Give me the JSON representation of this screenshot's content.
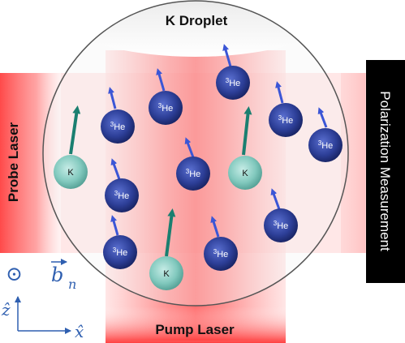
{
  "labels": {
    "droplet": "K Droplet",
    "probe": "Probe Laser",
    "pump": "Pump Laser",
    "polarization": "Polarization Measurement",
    "bn_symbol": "⊙",
    "bn_letter": "b",
    "bn_subscript": "n",
    "z_axis": "ẑ",
    "x_axis": "x̂"
  },
  "atoms": {
    "he_label_sup": "3",
    "he_label_base": "He",
    "k_label": "K"
  },
  "colors": {
    "he_fill": "#2d3f98",
    "he_arrow": "#3b56d6",
    "k_fill": "#7fc7bd",
    "k_arrow": "#1a7f70",
    "laser_red": "#ff2a2a",
    "polarization_bg": "#000000",
    "axis_blue": "#2f5fb0"
  }
}
